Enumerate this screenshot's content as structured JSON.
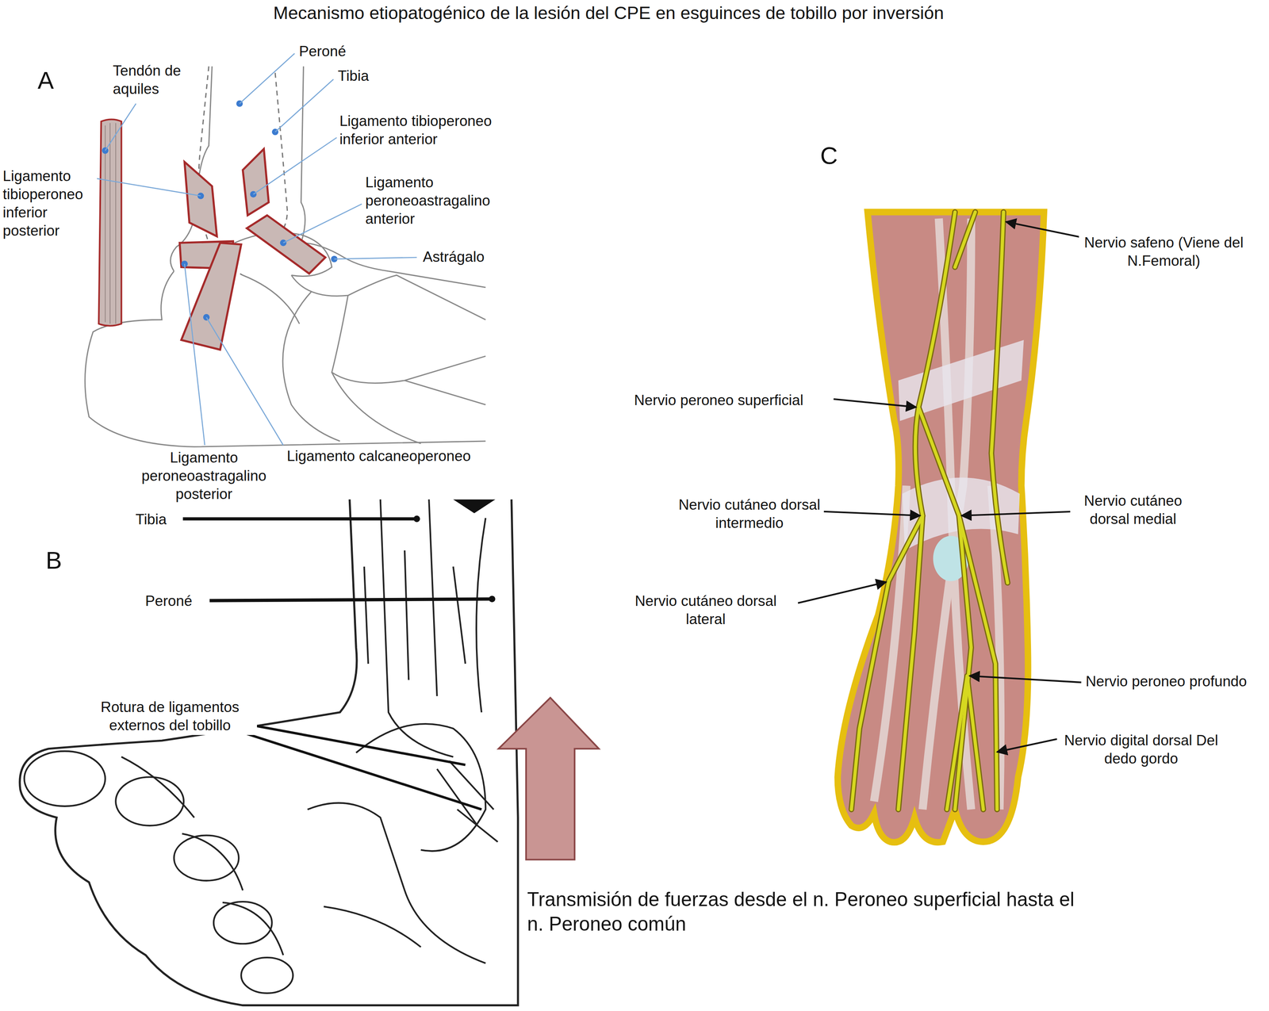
{
  "diagram": {
    "title": "Mecanismo etiopatogénico de la lesión del CPE en esguinces de tobillo por inversión",
    "labels": [
      "A",
      "Tendón de aquiles",
      "Peroné",
      "Tibia",
      "Ligamento tibioperoneo inferior anterior",
      "Ligamento tibioperoneo inferior posterior",
      "Ligamento peroneoastragalino anterior",
      "Astrágalo",
      "Ligamento peroneoastragalino posterior",
      "Ligamento calcaneoperoneo",
      "B",
      "Tibia",
      "Peroné",
      "Rotura de ligamentos externos del tobillo",
      "Transmisión de fuerzas desde el n. Peroneo superficial hasta el n. Peroneo común",
      "C",
      "Nervio safeno (Viene del N.Femoral)",
      "Nervio peroneo superficial",
      "Nervio cutáneo dorsal intermedio",
      "Nervio cutáneo dorsal medial",
      "Nervio cutáneo dorsal lateral",
      "Nervio peroneo profundo",
      "Nervio digital dorsal Del dedo gordo"
    ]
  }
}
